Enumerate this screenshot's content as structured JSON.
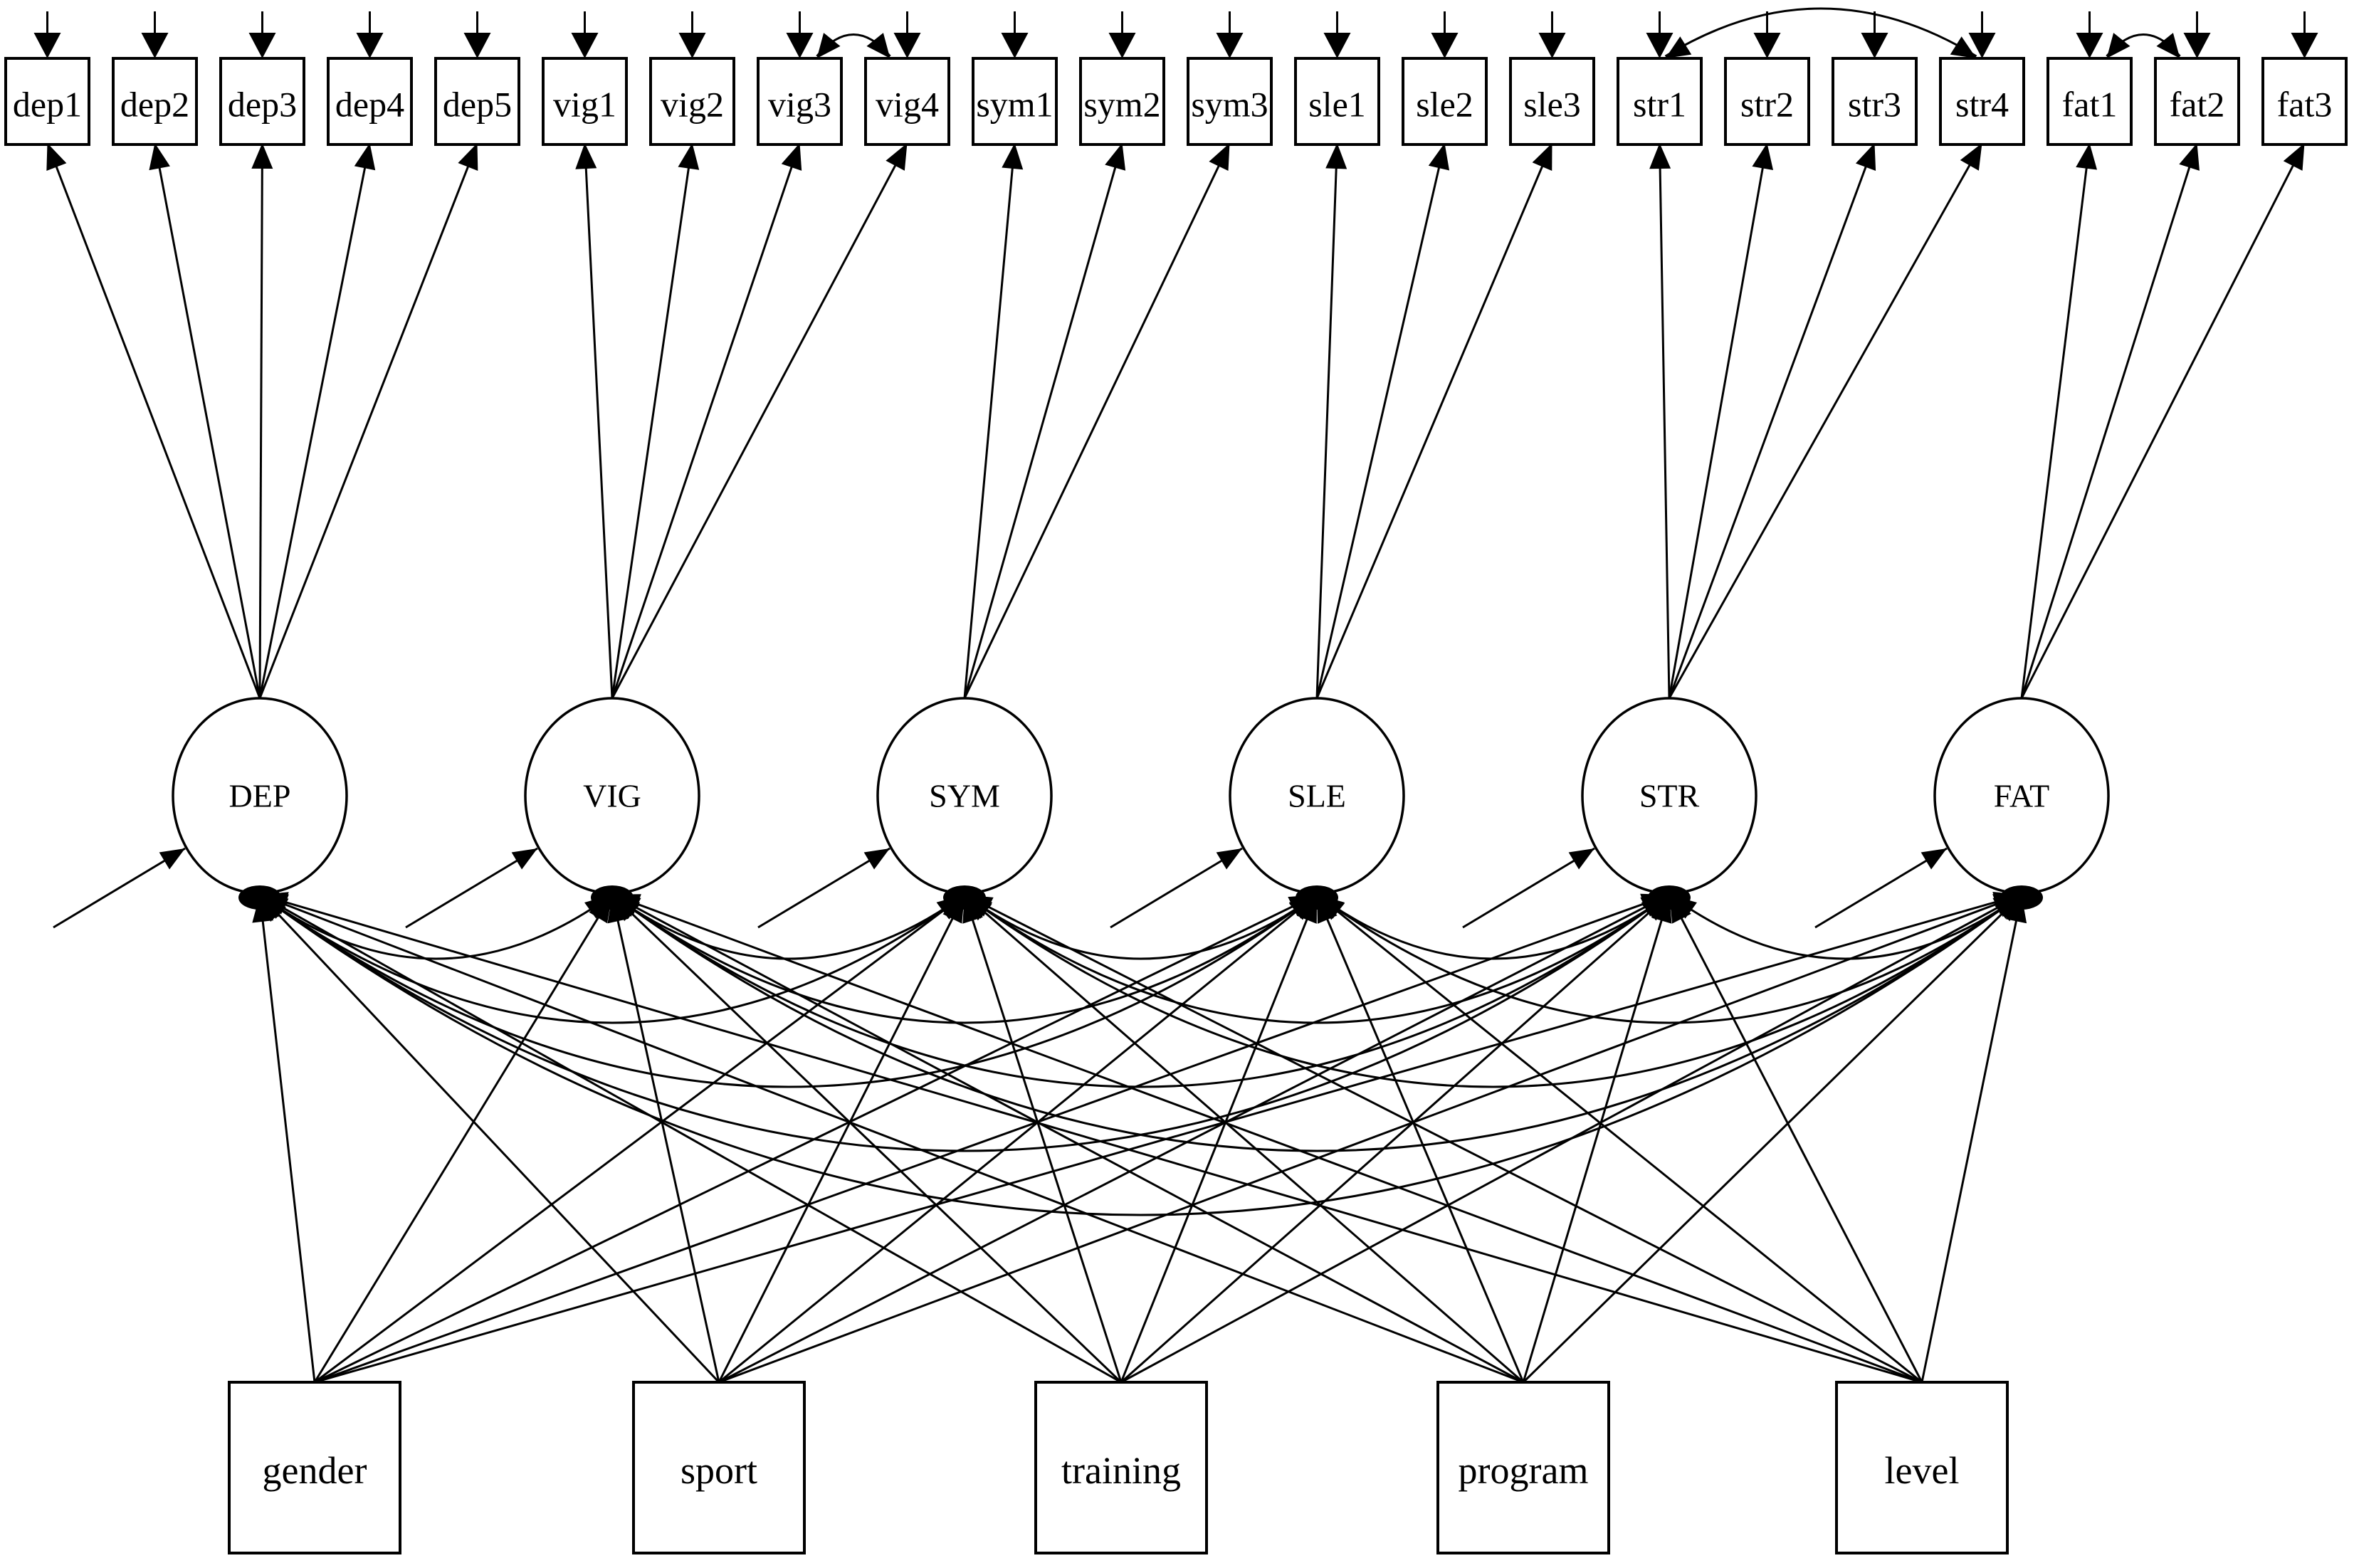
{
  "figure": {
    "type": "SEM path diagram (MIMIC model)",
    "colors": {
      "line": "#000000",
      "node_fill": "#ffffff",
      "text": "#000000",
      "background": "#ffffff"
    },
    "indicators": [
      {
        "id": "dep1",
        "label": "dep1",
        "latent": "DEP"
      },
      {
        "id": "dep2",
        "label": "dep2",
        "latent": "DEP"
      },
      {
        "id": "dep3",
        "label": "dep3",
        "latent": "DEP"
      },
      {
        "id": "dep4",
        "label": "dep4",
        "latent": "DEP"
      },
      {
        "id": "dep5",
        "label": "dep5",
        "latent": "DEP"
      },
      {
        "id": "vig1",
        "label": "vig1",
        "latent": "VIG"
      },
      {
        "id": "vig2",
        "label": "vig2",
        "latent": "VIG"
      },
      {
        "id": "vig3",
        "label": "vig3",
        "latent": "VIG"
      },
      {
        "id": "vig4",
        "label": "vig4",
        "latent": "VIG"
      },
      {
        "id": "sym1",
        "label": "sym1",
        "latent": "SYM"
      },
      {
        "id": "sym2",
        "label": "sym2",
        "latent": "SYM"
      },
      {
        "id": "sym3",
        "label": "sym3",
        "latent": "SYM"
      },
      {
        "id": "sle1",
        "label": "sle1",
        "latent": "SLE"
      },
      {
        "id": "sle2",
        "label": "sle2",
        "latent": "SLE"
      },
      {
        "id": "sle3",
        "label": "sle3",
        "latent": "SLE"
      },
      {
        "id": "str1",
        "label": "str1",
        "latent": "STR"
      },
      {
        "id": "str2",
        "label": "str2",
        "latent": "STR"
      },
      {
        "id": "str3",
        "label": "str3",
        "latent": "STR"
      },
      {
        "id": "str4",
        "label": "str4",
        "latent": "STR"
      },
      {
        "id": "fat1",
        "label": "fat1",
        "latent": "FAT"
      },
      {
        "id": "fat2",
        "label": "fat2",
        "latent": "FAT"
      },
      {
        "id": "fat3",
        "label": "fat3",
        "latent": "FAT"
      }
    ],
    "latents": [
      {
        "id": "DEP",
        "label": "DEP"
      },
      {
        "id": "VIG",
        "label": "VIG"
      },
      {
        "id": "SYM",
        "label": "SYM"
      },
      {
        "id": "SLE",
        "label": "SLE"
      },
      {
        "id": "STR",
        "label": "STR"
      },
      {
        "id": "FAT",
        "label": "FAT"
      }
    ],
    "covariates": [
      {
        "id": "gender",
        "label": "gender"
      },
      {
        "id": "sport",
        "label": "sport"
      },
      {
        "id": "training",
        "label": "training"
      },
      {
        "id": "program",
        "label": "program"
      },
      {
        "id": "level",
        "label": "level"
      }
    ],
    "measurement_errors": [
      "dep1",
      "dep2",
      "dep3",
      "dep4",
      "dep5",
      "vig1",
      "vig2",
      "vig3",
      "vig4",
      "sym1",
      "sym2",
      "sym3",
      "sle1",
      "sle2",
      "sle3",
      "str1",
      "str2",
      "str3",
      "str4",
      "fat1",
      "fat2",
      "fat3"
    ],
    "latent_disturbances": [
      "DEP",
      "VIG",
      "SYM",
      "SLE",
      "STR",
      "FAT"
    ],
    "error_covariances": [
      [
        "vig3",
        "vig4"
      ],
      [
        "str1",
        "str4"
      ],
      [
        "fat1",
        "fat2"
      ]
    ],
    "latent_covariances": [
      [
        "DEP",
        "VIG"
      ],
      [
        "DEP",
        "SYM"
      ],
      [
        "DEP",
        "SLE"
      ],
      [
        "DEP",
        "STR"
      ],
      [
        "DEP",
        "FAT"
      ],
      [
        "VIG",
        "SYM"
      ],
      [
        "VIG",
        "SLE"
      ],
      [
        "VIG",
        "STR"
      ],
      [
        "VIG",
        "FAT"
      ],
      [
        "SYM",
        "SLE"
      ],
      [
        "SYM",
        "STR"
      ],
      [
        "SYM",
        "FAT"
      ],
      [
        "SLE",
        "STR"
      ],
      [
        "SLE",
        "FAT"
      ],
      [
        "STR",
        "FAT"
      ]
    ],
    "regressions": [
      [
        "gender",
        "DEP"
      ],
      [
        "gender",
        "VIG"
      ],
      [
        "gender",
        "SYM"
      ],
      [
        "gender",
        "SLE"
      ],
      [
        "gender",
        "STR"
      ],
      [
        "gender",
        "FAT"
      ],
      [
        "sport",
        "DEP"
      ],
      [
        "sport",
        "VIG"
      ],
      [
        "sport",
        "SYM"
      ],
      [
        "sport",
        "SLE"
      ],
      [
        "sport",
        "STR"
      ],
      [
        "sport",
        "FAT"
      ],
      [
        "training",
        "DEP"
      ],
      [
        "training",
        "VIG"
      ],
      [
        "training",
        "SYM"
      ],
      [
        "training",
        "SLE"
      ],
      [
        "training",
        "STR"
      ],
      [
        "training",
        "FAT"
      ],
      [
        "program",
        "DEP"
      ],
      [
        "program",
        "VIG"
      ],
      [
        "program",
        "SYM"
      ],
      [
        "program",
        "SLE"
      ],
      [
        "program",
        "STR"
      ],
      [
        "program",
        "FAT"
      ],
      [
        "level",
        "DEP"
      ],
      [
        "level",
        "VIG"
      ],
      [
        "level",
        "SYM"
      ],
      [
        "level",
        "SLE"
      ],
      [
        "level",
        "STR"
      ],
      [
        "level",
        "FAT"
      ]
    ]
  }
}
